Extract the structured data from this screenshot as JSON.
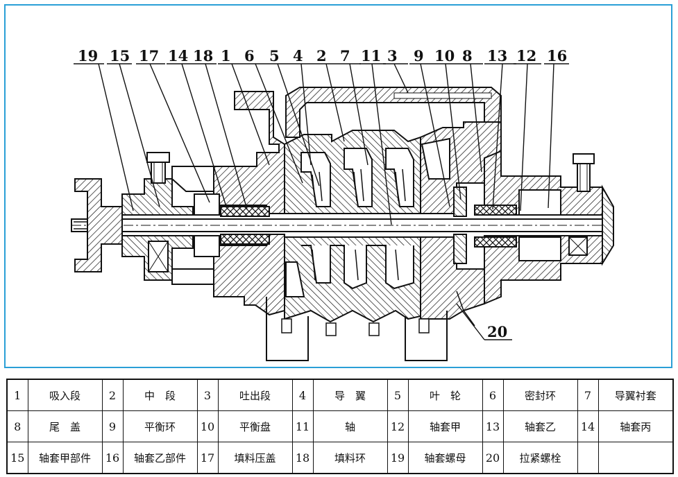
{
  "callouts": [
    "19",
    "15",
    "17",
    "14",
    "18",
    "1",
    "6",
    "5",
    "4",
    "2",
    "7",
    "11",
    "3",
    "9",
    "10",
    "8",
    "13",
    "12",
    "16",
    "20"
  ],
  "parts": [
    {
      "num": "1",
      "name": "吸入段"
    },
    {
      "num": "2",
      "name": "中　段"
    },
    {
      "num": "3",
      "name": "吐出段"
    },
    {
      "num": "4",
      "name": "导　翼"
    },
    {
      "num": "5",
      "name": "叶　轮"
    },
    {
      "num": "6",
      "name": "密封环"
    },
    {
      "num": "7",
      "name": "导翼衬套"
    },
    {
      "num": "8",
      "name": "尾　盖"
    },
    {
      "num": "9",
      "name": "平衡环"
    },
    {
      "num": "10",
      "name": "平衡盘"
    },
    {
      "num": "11",
      "name": "轴"
    },
    {
      "num": "12",
      "name": "轴套甲"
    },
    {
      "num": "13",
      "name": "轴套乙"
    },
    {
      "num": "14",
      "name": "轴套丙"
    },
    {
      "num": "15",
      "name": "轴套甲部件"
    },
    {
      "num": "16",
      "name": "轴套乙部件"
    },
    {
      "num": "17",
      "name": "填料压盖"
    },
    {
      "num": "18",
      "name": "填料环"
    },
    {
      "num": "19",
      "name": "轴套螺母"
    },
    {
      "num": "20",
      "name": "拉紧螺栓"
    }
  ],
  "colors": {
    "frame": "#2a9fd6",
    "line": "#111111",
    "hatch": "#111111"
  }
}
